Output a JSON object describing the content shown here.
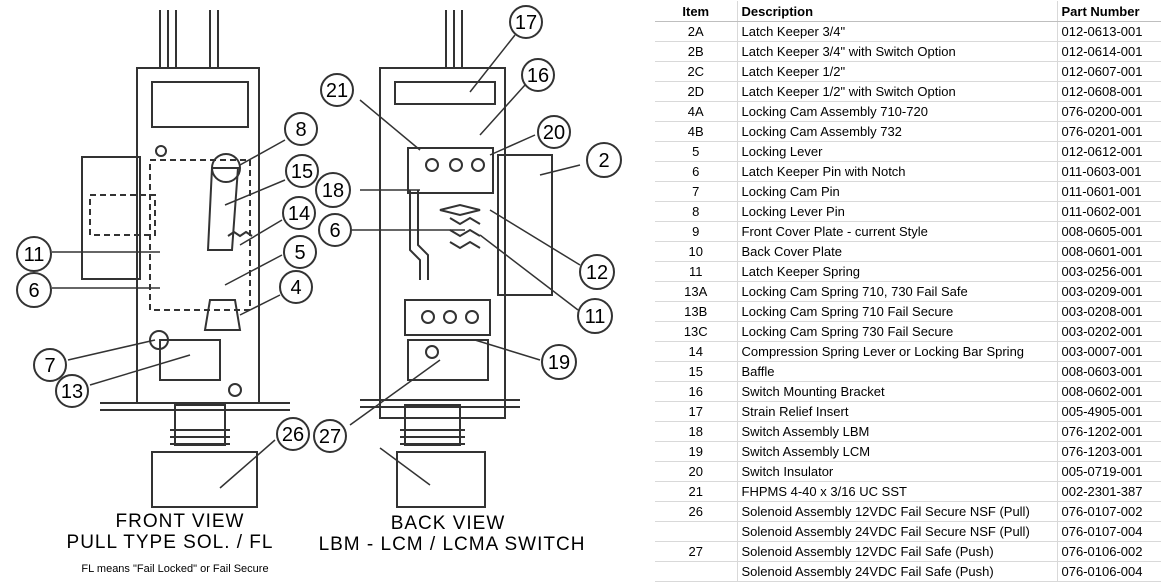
{
  "diagram": {
    "front_title": "FRONT VIEW",
    "front_subtitle": "PULL TYPE SOL. / FL",
    "back_title": "BACK VIEW",
    "back_subtitle": "LBM - LCM / LCMA SWITCH",
    "note": "FL means \"Fail Locked\" or Fail Secure",
    "callouts": [
      "8",
      "15",
      "14",
      "11",
      "6",
      "5",
      "4",
      "7",
      "13",
      "26",
      "27",
      "17",
      "16",
      "21",
      "20",
      "2",
      "18",
      "6",
      "12",
      "11",
      "19"
    ]
  },
  "table": {
    "headers": {
      "item": "Item",
      "description": "Description",
      "part_number": "Part Number"
    },
    "rows": [
      {
        "item": "2A",
        "description": "Latch Keeper 3/4\"",
        "part_number": "012-0613-001"
      },
      {
        "item": "2B",
        "description": "Latch Keeper 3/4\" with Switch Option",
        "part_number": "012-0614-001"
      },
      {
        "item": "2C",
        "description": "Latch Keeper 1/2\"",
        "part_number": "012-0607-001"
      },
      {
        "item": "2D",
        "description": "Latch Keeper 1/2\" with Switch Option",
        "part_number": "012-0608-001"
      },
      {
        "item": "4A",
        "description": "Locking Cam Assembly 710-720",
        "part_number": "076-0200-001"
      },
      {
        "item": "4B",
        "description": "Locking Cam Assembly 732",
        "part_number": "076-0201-001"
      },
      {
        "item": "5",
        "description": "Locking Lever",
        "part_number": "012-0612-001"
      },
      {
        "item": "6",
        "description": "Latch Keeper Pin with Notch",
        "part_number": "011-0603-001"
      },
      {
        "item": "7",
        "description": "Locking Cam Pin",
        "part_number": "011-0601-001"
      },
      {
        "item": "8",
        "description": "Locking Lever Pin",
        "part_number": "011-0602-001"
      },
      {
        "item": "9",
        "description": "Front Cover Plate - current Style",
        "part_number": "008-0605-001"
      },
      {
        "item": "10",
        "description": "Back Cover Plate",
        "part_number": "008-0601-001"
      },
      {
        "item": "11",
        "description": "Latch Keeper Spring",
        "part_number": "003-0256-001"
      },
      {
        "item": "13A",
        "description": "Locking Cam Spring 710, 730 Fail Safe",
        "part_number": "003-0209-001"
      },
      {
        "item": "13B",
        "description": "Locking Cam Spring 710 Fail Secure",
        "part_number": "003-0208-001"
      },
      {
        "item": "13C",
        "description": "Locking Cam Spring 730 Fail Secure",
        "part_number": "003-0202-001"
      },
      {
        "item": "14",
        "description": "Compression Spring Lever or  Locking Bar Spring",
        "part_number": "003-0007-001"
      },
      {
        "item": "15",
        "description": "Baffle",
        "part_number": "008-0603-001"
      },
      {
        "item": "16",
        "description": "Switch Mounting Bracket",
        "part_number": "008-0602-001"
      },
      {
        "item": "17",
        "description": "Strain Relief Insert",
        "part_number": "005-4905-001"
      },
      {
        "item": "18",
        "description": "Switch Assembly LBM",
        "part_number": "076-1202-001"
      },
      {
        "item": "19",
        "description": "Switch Assembly LCM",
        "part_number": "076-1203-001"
      },
      {
        "item": "20",
        "description": "Switch Insulator",
        "part_number": "005-0719-001"
      },
      {
        "item": "21",
        "description": "FHPMS 4-40 x 3/16 UC SST",
        "part_number": "002-2301-387"
      },
      {
        "item": "26",
        "description": "Solenoid Assembly 12VDC Fail Secure NSF (Pull)",
        "part_number": "076-0107-002"
      },
      {
        "item": "",
        "description": "Solenoid Assembly 24VDC Fail Secure NSF (Pull)",
        "part_number": "076-0107-004"
      },
      {
        "item": "27",
        "description": "Solenoid Assembly 12VDC Fail Safe (Push)",
        "part_number": "076-0106-002"
      },
      {
        "item": "",
        "description": "Solenoid Assembly 24VDC Fail Safe (Push)",
        "part_number": "076-0106-004"
      }
    ]
  }
}
